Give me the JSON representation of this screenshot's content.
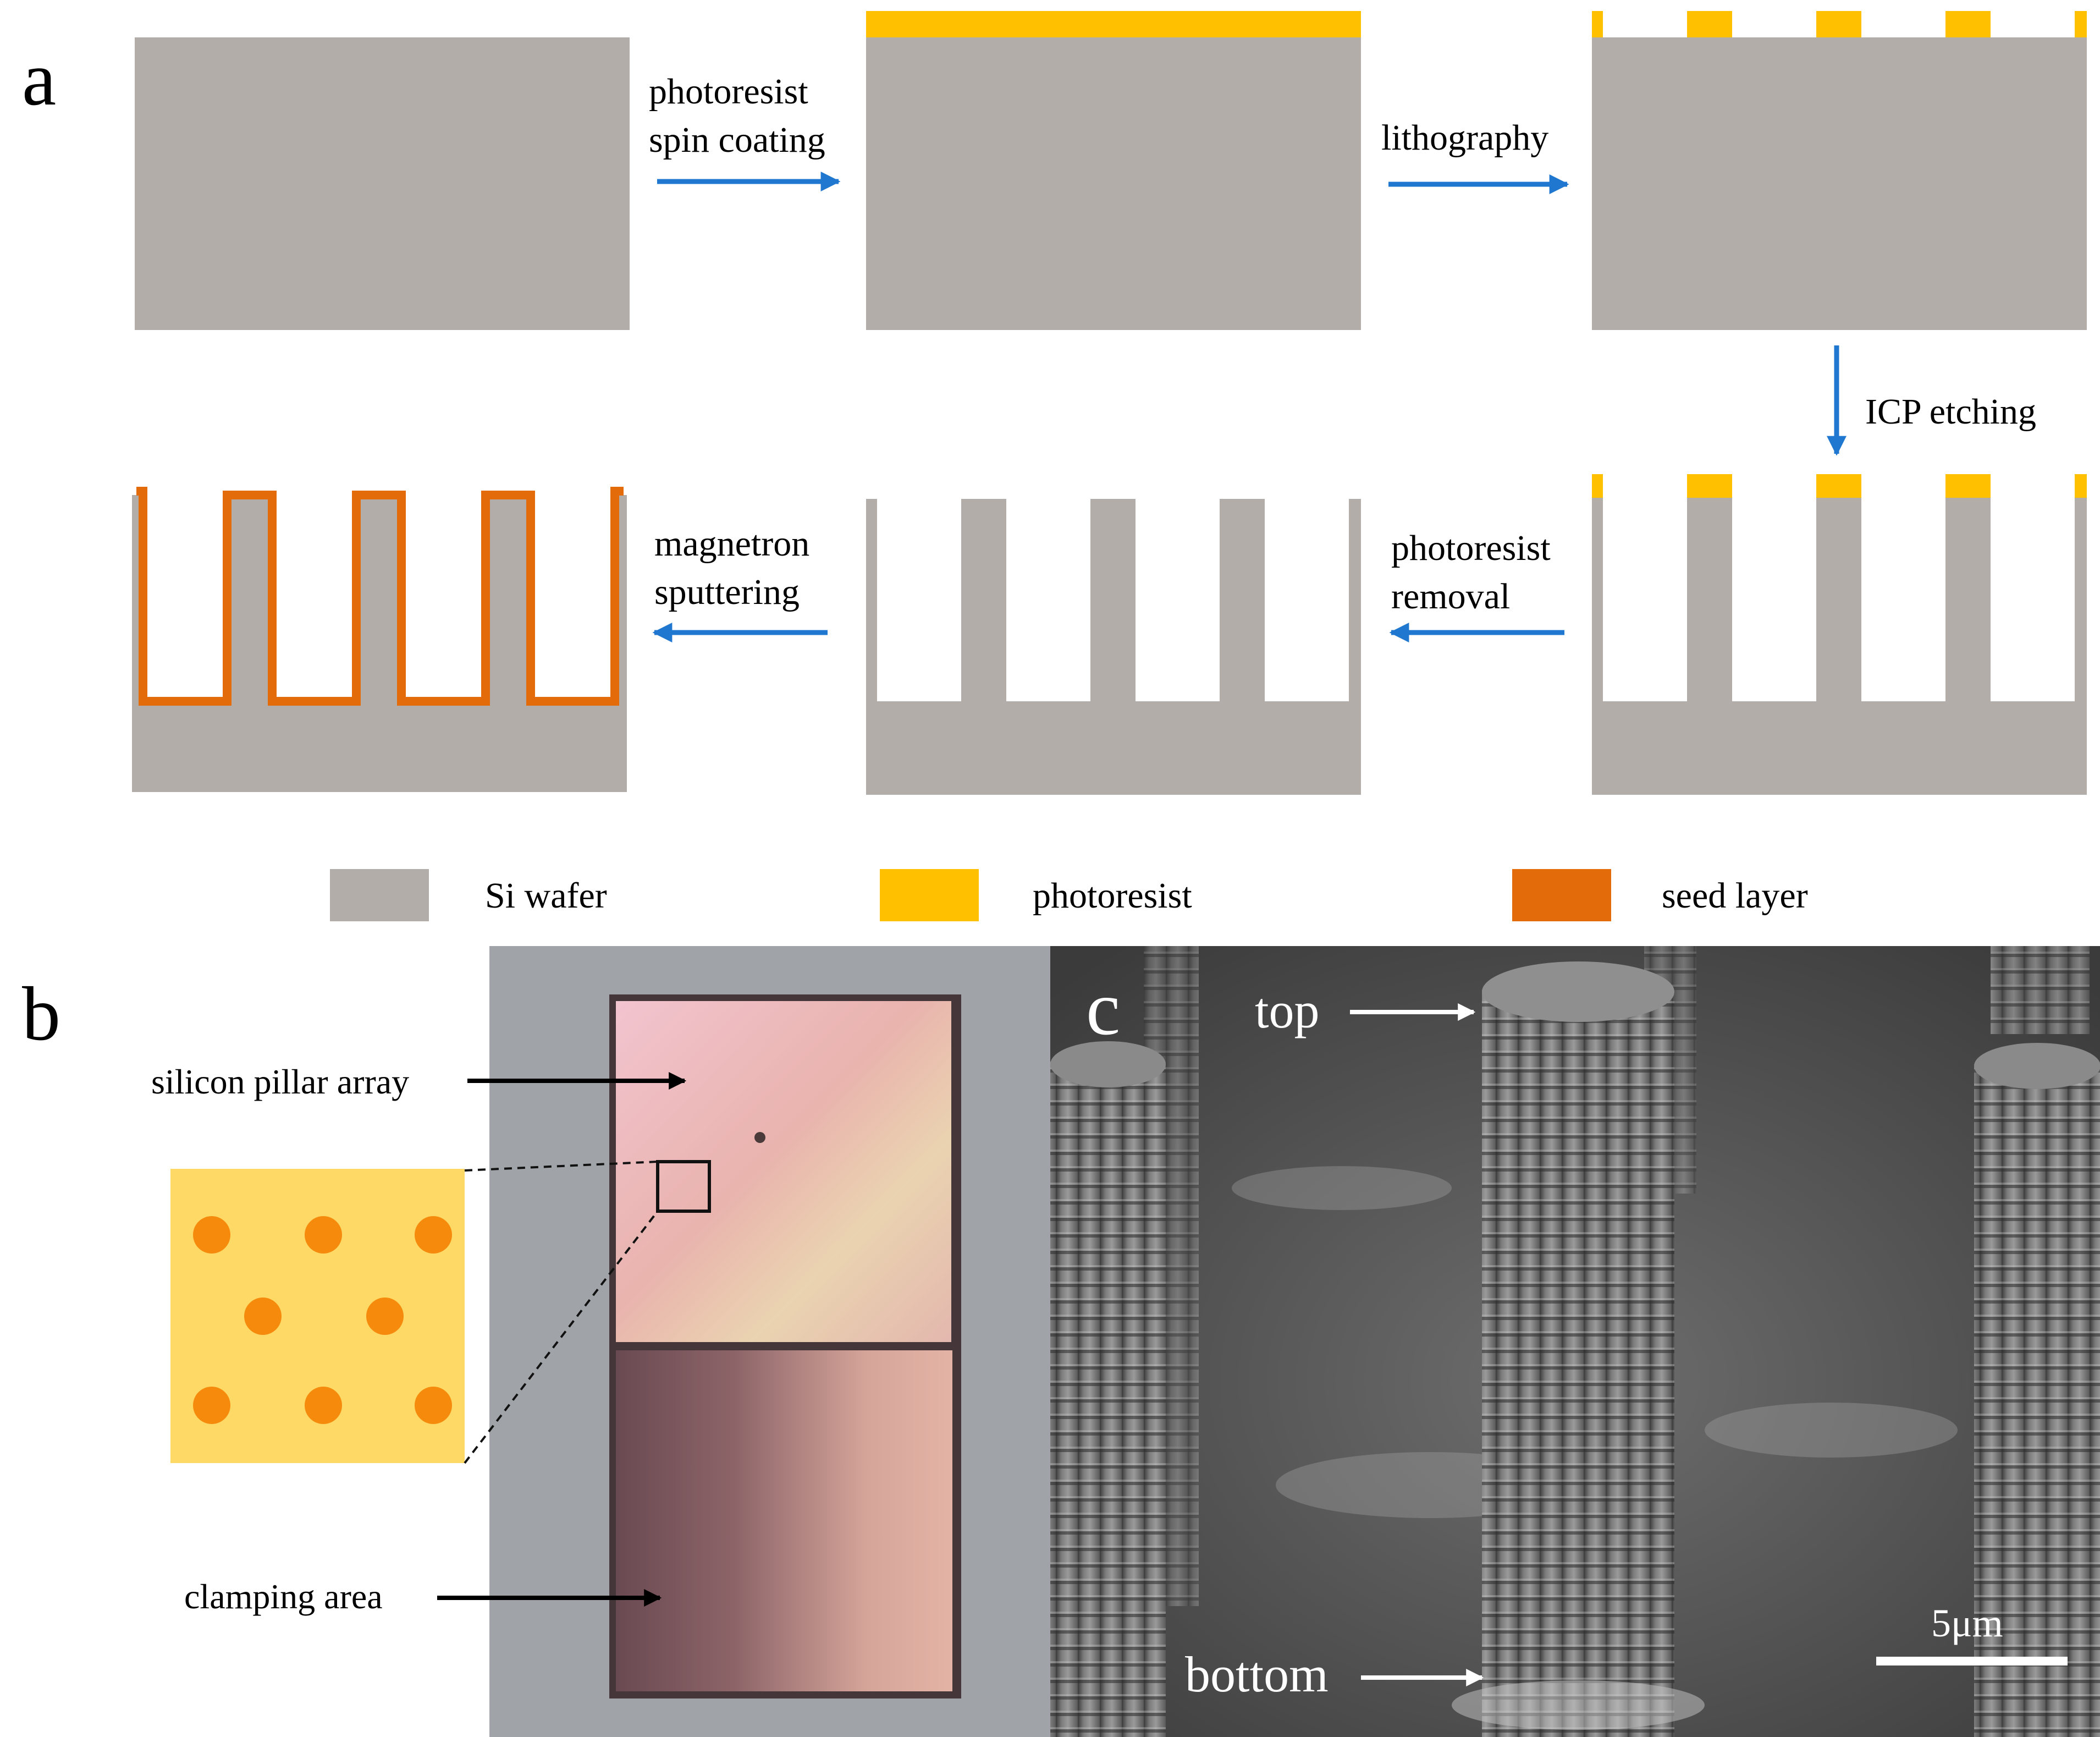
{
  "panel_labels": {
    "a": "a",
    "b": "b",
    "c": "c"
  },
  "steps": {
    "spin": [
      "photoresist",
      "spin coating"
    ],
    "litho": "lithography",
    "icp": "ICP etching",
    "removal": [
      "photoresist",
      "removal"
    ],
    "sputter": [
      "magnetron",
      "sputtering"
    ]
  },
  "legend": [
    {
      "label": "Si wafer",
      "color": "#b2ada9"
    },
    {
      "label": "photoresist",
      "color": "#ffc000"
    },
    {
      "label": "seed layer",
      "color": "#e36b0a"
    }
  ],
  "photo": {
    "pillar_label": "silicon pillar array",
    "clamping_label": "clamping area"
  },
  "sem": {
    "top_label": "top",
    "bottom_label": "bottom",
    "scale_label": "5μm"
  },
  "colors": {
    "si": "#b2ada9",
    "resist": "#ffc000",
    "seed": "#e36b0a",
    "arrow": "#1f77d0",
    "inset_bg": "#ffd966",
    "inset_dot": "#f58a0c"
  }
}
